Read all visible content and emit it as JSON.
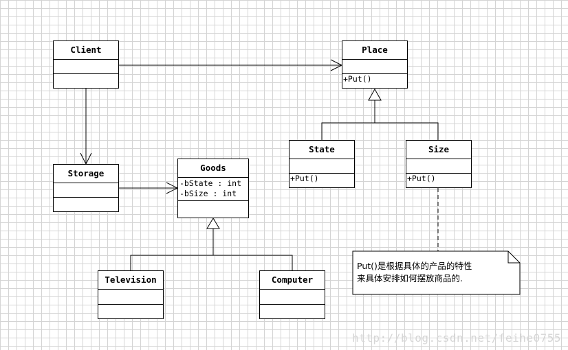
{
  "classes": {
    "client": {
      "name": "Client",
      "attributes": [],
      "operations": []
    },
    "place": {
      "name": "Place",
      "attributes": [],
      "operations": [
        "+Put()"
      ]
    },
    "storage": {
      "name": "Storage",
      "attributes": [],
      "operations": []
    },
    "goods": {
      "name": "Goods",
      "attributes": [
        "-bState : int",
        "-bSize : int"
      ],
      "operations": []
    },
    "state": {
      "name": "State",
      "attributes": [],
      "operations": [
        "+Put()"
      ]
    },
    "size": {
      "name": "Size",
      "attributes": [],
      "operations": [
        "+Put()"
      ]
    },
    "television": {
      "name": "Television",
      "attributes": [],
      "operations": []
    },
    "computer": {
      "name": "Computer",
      "attributes": [],
      "operations": []
    }
  },
  "note": {
    "lines": [
      "Put()是根据具体的产品的特性",
      "来具体安排如何摆放商品的."
    ]
  },
  "watermark": "http://blog.csdn.net/feihe0755"
}
